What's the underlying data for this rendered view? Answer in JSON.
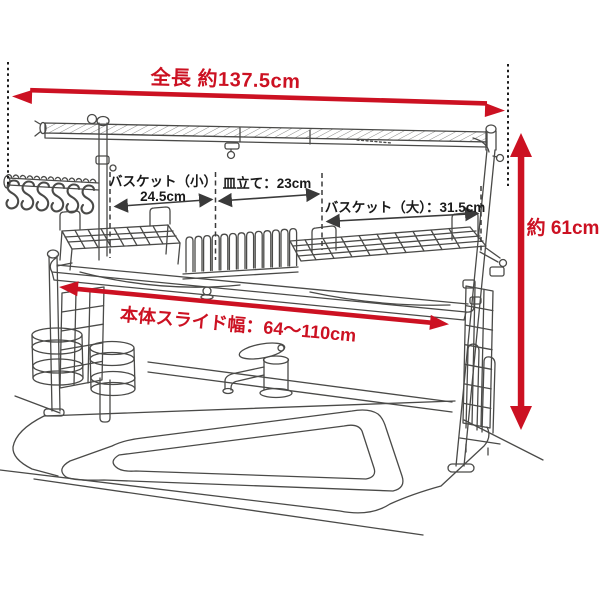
{
  "diagram": {
    "colors": {
      "dimension_arrow_red": "#cc1122",
      "guide_line_black": "#3a3a3a",
      "line_art_gray": "#4a4a48",
      "label_text_black": "#1a1a1a",
      "background": "#ffffff"
    },
    "annotations": {
      "total_length": {
        "label": "全長 約137.5cm",
        "value_cm": 137.5
      },
      "height": {
        "label": "約 61cm",
        "value_cm": 61
      },
      "slide_width": {
        "label": "本体スライド幅：64～110cm",
        "min_cm": 64,
        "max_cm": 110
      },
      "basket_small": {
        "label": "バスケット（小）",
        "size_label": "24.5cm",
        "value_cm": 24.5
      },
      "dish_stand": {
        "label": "皿立て：23cm",
        "value_cm": 23
      },
      "basket_large": {
        "label": "バスケット（大）：31.5cm",
        "value_cm": 31.5
      }
    }
  }
}
